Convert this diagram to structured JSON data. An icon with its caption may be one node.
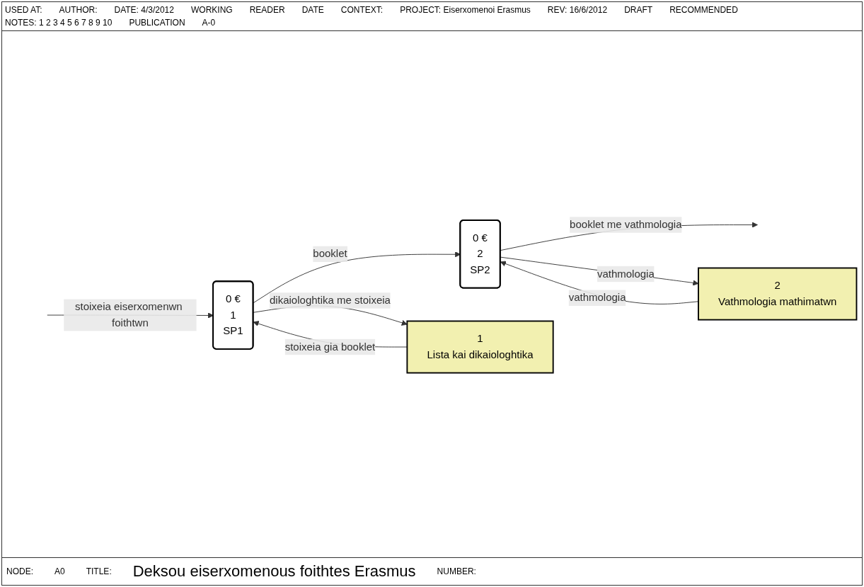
{
  "diagram": {
    "title": "Deksou eiserxomenous foithtes Erasmus",
    "nodes": [
      {
        "text": [
          "0 €",
          "1",
          "SP1"
        ]
      },
      {
        "text": [
          "0 €",
          "2",
          "SP2"
        ]
      },
      {
        "text": [
          "1",
          "Lista kai dikaiologhtika"
        ]
      },
      {
        "text": [
          "2",
          "Vathmologia mathimatwn"
        ]
      }
    ],
    "edges": [
      {
        "from": null,
        "to": 0,
        "arrow": "to",
        "label": "stoixeia eiserxomenwn foithtwn"
      },
      {
        "from": 0,
        "to": 1,
        "arrow": "to",
        "label": "booklet"
      },
      {
        "from": 1,
        "to": null,
        "arrow": "to",
        "label": "booklet me vathmologia"
      },
      {
        "from": 0,
        "to": 2,
        "arrow": "to",
        "label": "dikaiologhtika me stoixeia"
      },
      {
        "from": 2,
        "to": 0,
        "arrow": "to",
        "label": "stoixeia gia booklet"
      },
      {
        "from": 1,
        "to": 3,
        "arrow": "to",
        "label": "vathmologia"
      },
      {
        "from": 3,
        "to": 1,
        "arrow": "to",
        "label": "vathmologia"
      }
    ],
    "labels": [
      "USED AT:",
      "AUTHOR:",
      "DATE: 4/3/2012",
      "WORKING",
      "READER",
      "DATE",
      "CONTEXT:",
      "PROJECT: Eiserxomenoi Erasmus",
      "REV: 16/6/2012",
      "DRAFT",
      "RECOMMENDED",
      "NOTES: 1 2 3 4 5 6 7 8 9 10",
      "PUBLICATION",
      "A-0",
      "NODE:",
      "A0",
      "TITLE:",
      "NUMBER:"
    ]
  }
}
